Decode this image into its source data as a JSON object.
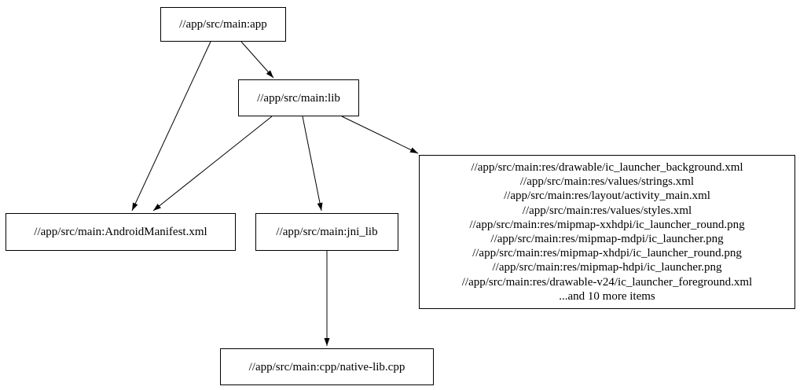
{
  "diagram": {
    "type": "dependency-graph",
    "background_color": "#ffffff",
    "node_border_color": "#000000",
    "edge_color": "#000000",
    "nodes": {
      "app": {
        "label": "//app/src/main:app"
      },
      "lib": {
        "label": "//app/src/main:lib"
      },
      "manifest": {
        "label": "//app/src/main:AndroidManifest.xml"
      },
      "jni_lib": {
        "label": "//app/src/main:jni_lib"
      },
      "res_group": {
        "lines": [
          "//app/src/main:res/drawable/ic_launcher_background.xml",
          "//app/src/main:res/values/strings.xml",
          "//app/src/main:res/layout/activity_main.xml",
          "//app/src/main:res/values/styles.xml",
          "//app/src/main:res/mipmap-xxhdpi/ic_launcher_round.png",
          "//app/src/main:res/mipmap-mdpi/ic_launcher.png",
          "//app/src/main:res/mipmap-xhdpi/ic_launcher_round.png",
          "//app/src/main:res/mipmap-hdpi/ic_launcher.png",
          "//app/src/main:res/drawable-v24/ic_launcher_foreground.xml",
          "...and 10 more items"
        ]
      },
      "native_cpp": {
        "label": "//app/src/main:cpp/native-lib.cpp"
      }
    },
    "edges": [
      {
        "from": "app",
        "to": "lib"
      },
      {
        "from": "app",
        "to": "manifest"
      },
      {
        "from": "lib",
        "to": "manifest"
      },
      {
        "from": "lib",
        "to": "jni_lib"
      },
      {
        "from": "lib",
        "to": "res_group"
      },
      {
        "from": "jni_lib",
        "to": "native_cpp"
      }
    ]
  }
}
